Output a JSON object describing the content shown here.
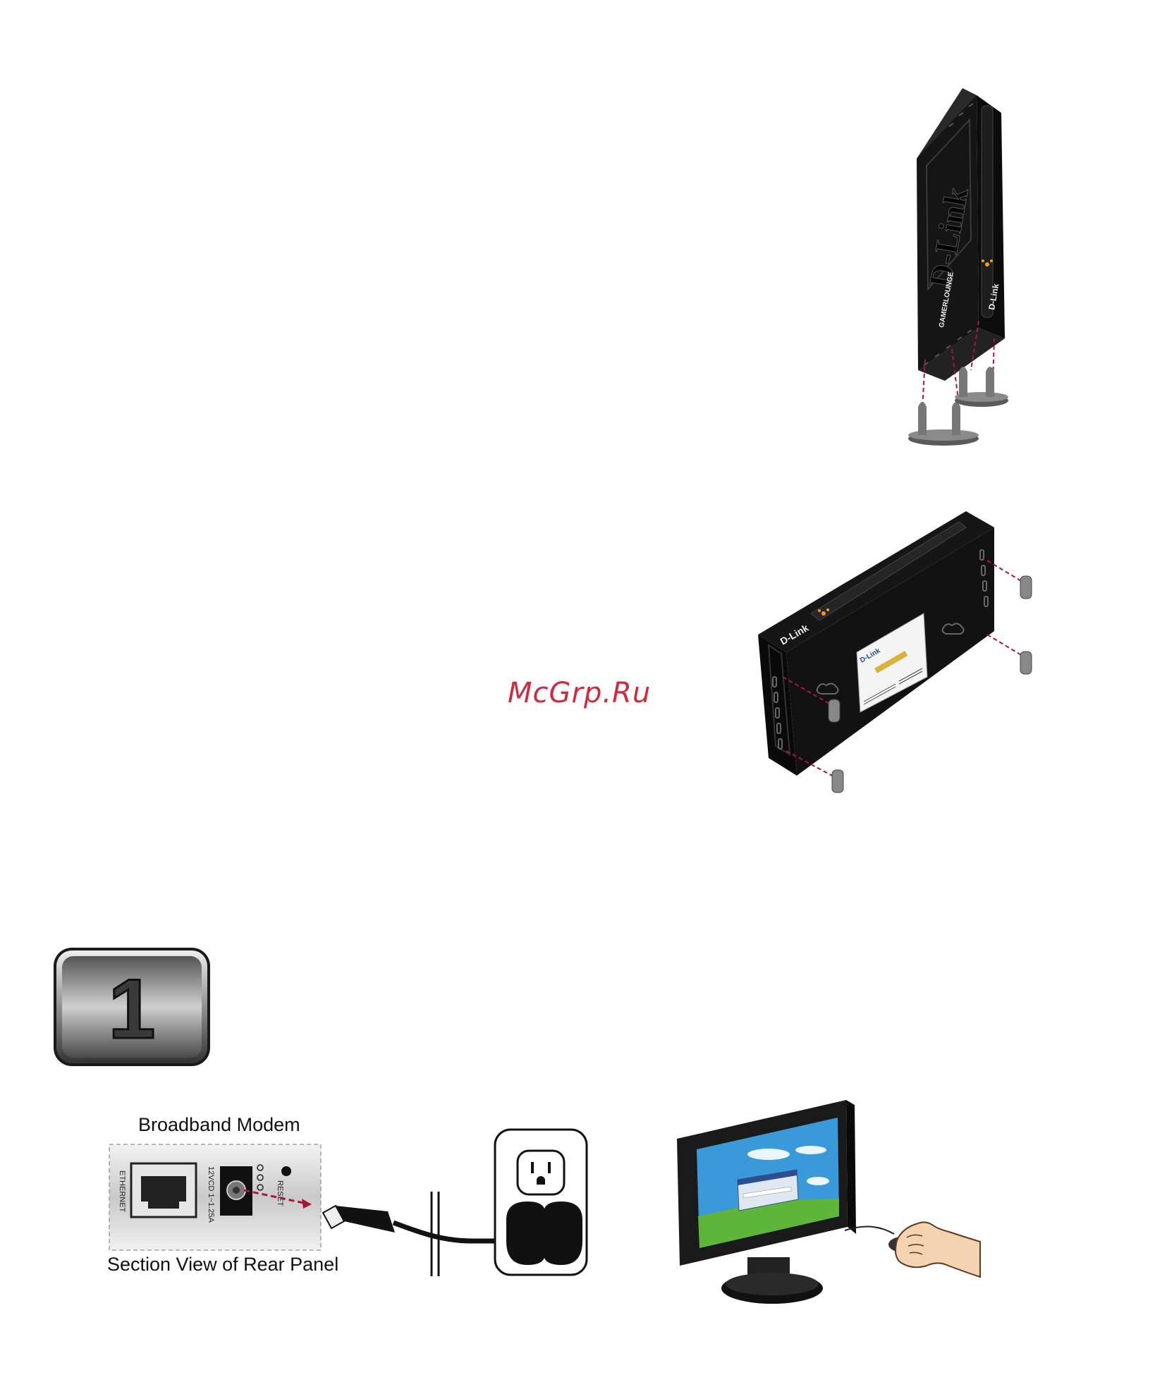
{
  "watermark": {
    "text": "McGrp.Ru"
  },
  "vertical_router": {
    "brand_front": "D-Link",
    "brand_side": "D-Link",
    "model_text": "GAMERLOUNGE"
  },
  "horizontal_router": {
    "brand_top": "D-Link",
    "label_brand": "D-Link"
  },
  "step": {
    "number": "1"
  },
  "modem_panel": {
    "title": "Broadband Modem",
    "caption": "Section View of Rear Panel",
    "ethernet_label": "ETHERNET",
    "power_label": "12VCD 1~1.25A",
    "reset_label": "RESET"
  },
  "colors": {
    "accent_arrow": "#a8173a",
    "device_body": "#151515",
    "watermark": "#cf2a3e"
  }
}
